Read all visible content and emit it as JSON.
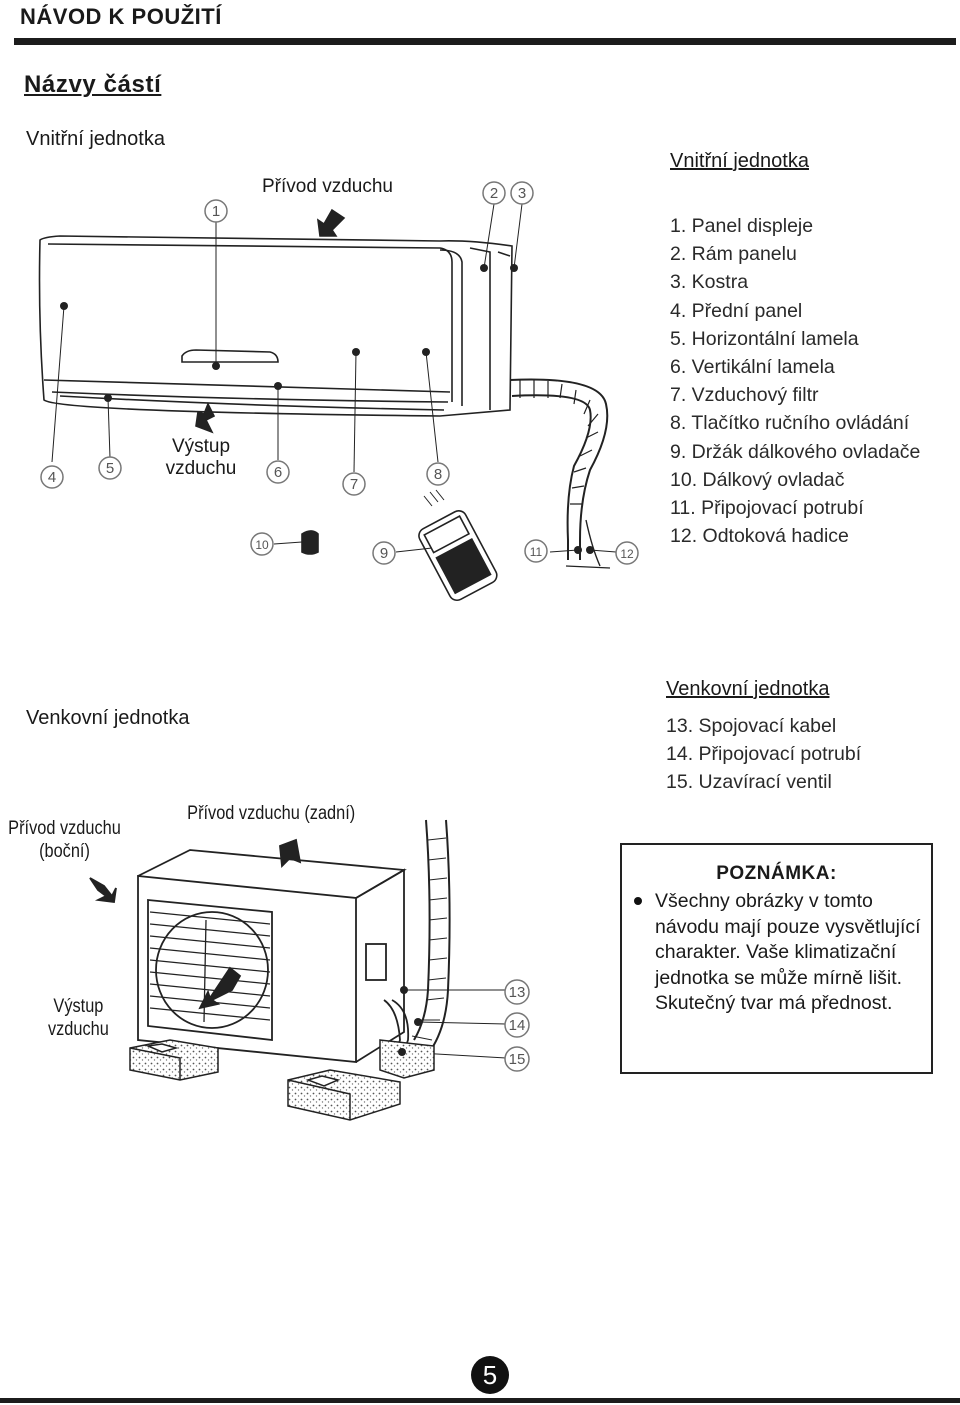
{
  "header": {
    "title": "NÁVOD K POUŽITÍ"
  },
  "section": {
    "title": "Názvy částí"
  },
  "indoor": {
    "heading": "Vnitřní jednotka",
    "list_heading": "Vnitřní jednotka",
    "label_intake": "Přívod vzduchu",
    "label_outlet": "Výstup vzduchu",
    "items": [
      "1.  Panel displeje",
      "2.  Rám panelu",
      "3.  Kostra",
      "4.  Přední panel",
      "5.  Horizontální lamela",
      "6.  Vertikální lamela",
      "7.  Vzduchový filtr",
      "8.  Tlačítko ručního ovládání",
      "9.  Držák dálkového ovladače",
      "10. Dálkový ovladač",
      "11. Připojovací potrubí",
      "12. Odtoková hadice"
    ],
    "callouts": [
      "1",
      "2",
      "3",
      "4",
      "5",
      "6",
      "7",
      "8",
      "9",
      "10",
      "11",
      "12"
    ]
  },
  "outdoor": {
    "heading": "Venkovní jednotka",
    "list_heading": "Venkovní jednotka",
    "label_side": "Přívod vzduchu (boční)",
    "label_rear": "Přívod vzduchu (zadní)",
    "label_outlet": "Výstup vzduchu",
    "items": [
      "13. Spojovací kabel",
      "14. Připojovací potrubí",
      "15. Uzavírací ventil"
    ],
    "callouts": [
      "13",
      "14",
      "15"
    ]
  },
  "note": {
    "title": "POZNÁMKA:",
    "text": "Všechny obrázky v tomto návodu mají pouze vysvětlující charakter. Vaše klimatizační jednotka se může mírně lišit. Skutečný tvar má přednost."
  },
  "footer": {
    "page_number": "5"
  }
}
